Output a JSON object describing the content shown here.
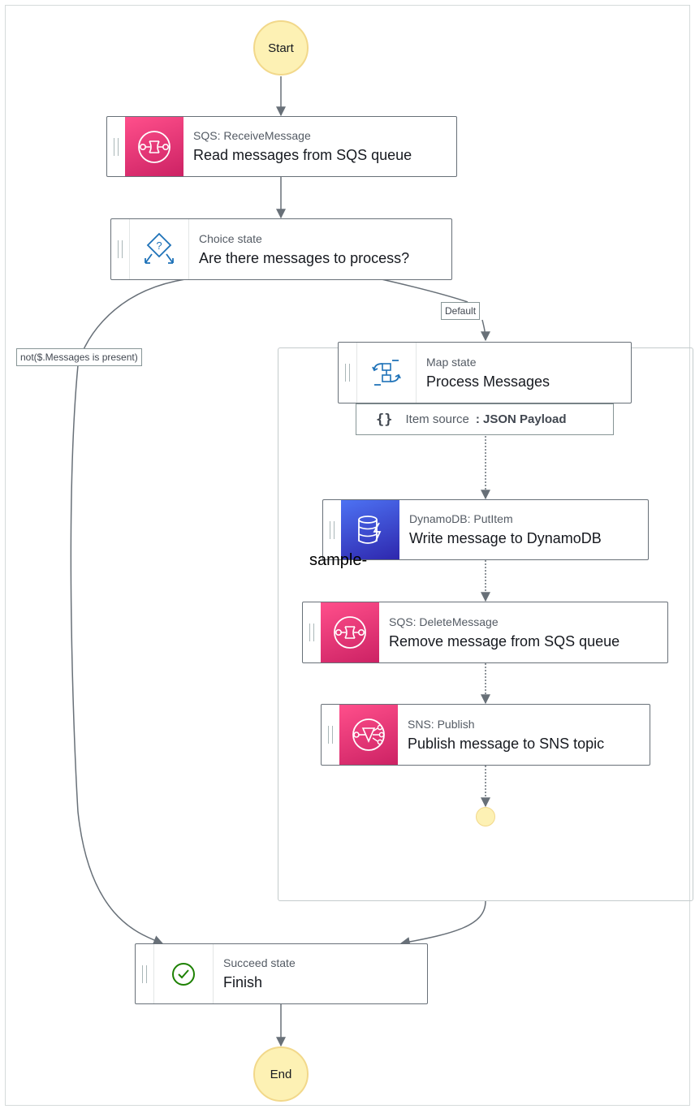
{
  "terminals": {
    "start": "Start",
    "end": "End"
  },
  "nodes": {
    "receive": {
      "subtitle": "SQS: ReceiveMessage",
      "title": "Read messages from SQS queue",
      "icon": "sqs-icon"
    },
    "choice": {
      "subtitle": "Choice state",
      "title": "Are there messages to process?",
      "icon": "choice-icon"
    },
    "map": {
      "subtitle": "Map state",
      "title": "Process Messages",
      "icon": "map-icon"
    },
    "dynamo": {
      "subtitle": "DynamoDB: PutItem",
      "title": "Write message to DynamoDB",
      "icon": "dynamodb-icon"
    },
    "delete": {
      "subtitle": "SQS: DeleteMessage",
      "title": "Remove message from SQS queue",
      "icon": "sqs-icon"
    },
    "publish": {
      "subtitle": "SNS: Publish",
      "title": "Publish message to SNS topic",
      "icon": "sns-icon"
    },
    "succeed": {
      "subtitle": "Succeed state",
      "title": "Finish",
      "icon": "check-circle-icon"
    }
  },
  "edge_labels": {
    "default": "Default",
    "not_present": "not($.Messages is present)"
  },
  "item_source": {
    "braces": "{}",
    "label": "Item source",
    "value": ": JSON Payload"
  },
  "overlay_text": "sample-",
  "colors": {
    "sqs": "#e7157b",
    "dynamodb": "#3b48cc",
    "terminal_fill": "#fdf1b4",
    "succeed_check": "#1d8102",
    "edge": "#687078"
  }
}
